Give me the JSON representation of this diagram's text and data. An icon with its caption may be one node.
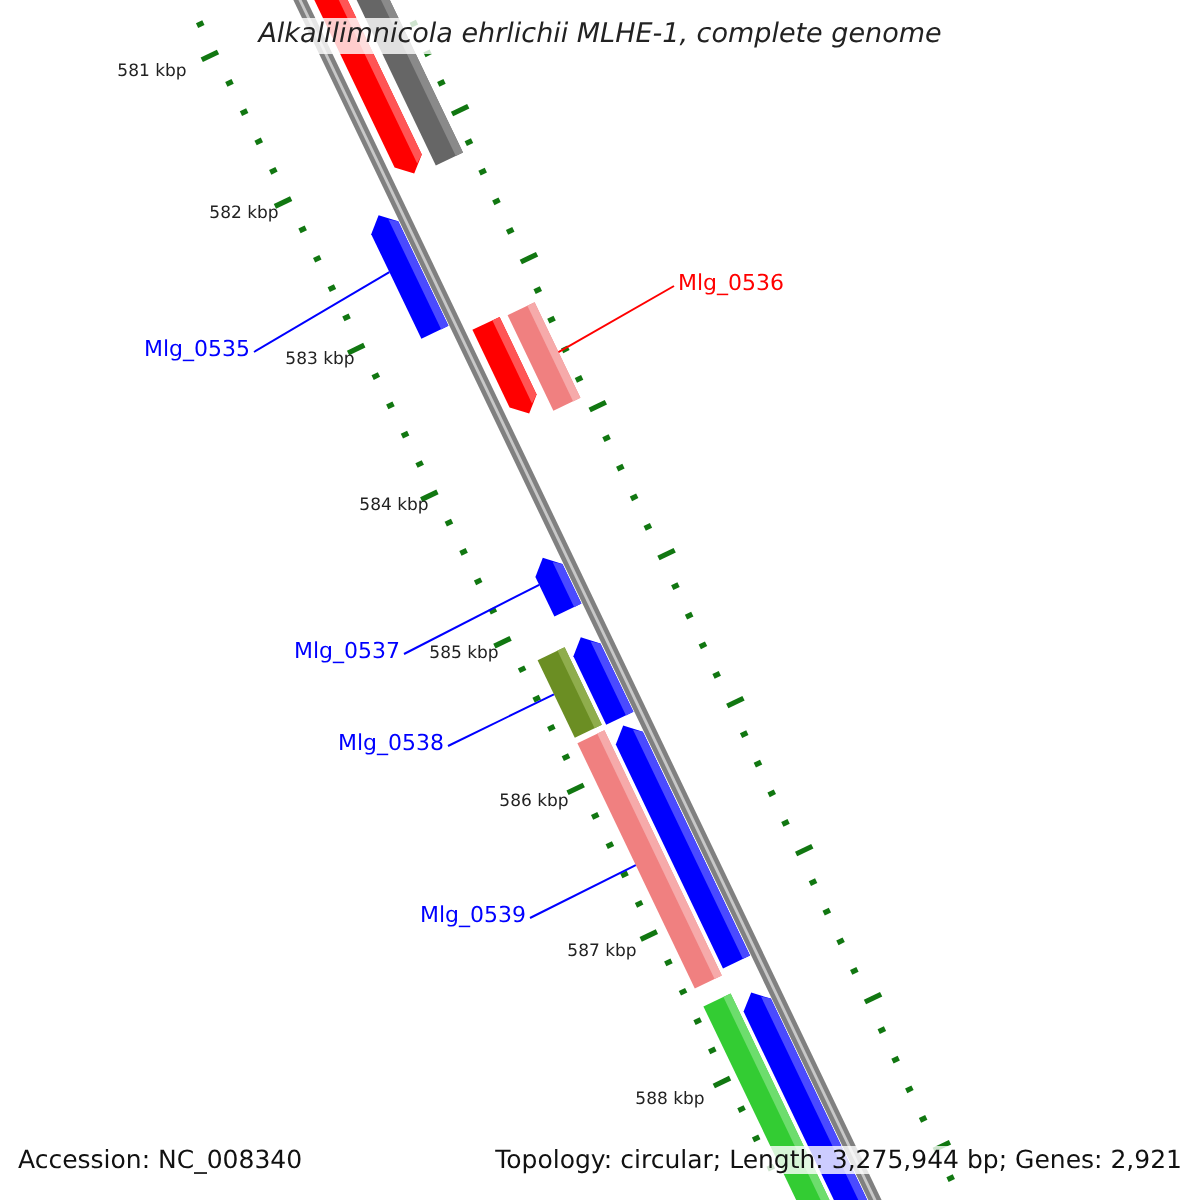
{
  "diagram": {
    "title": "Alkalilimnicola ehrlichii MLHE-1, complete genome",
    "nodes": [
      {
        "text": [
          "Mlg_0536"
        ]
      },
      {
        "text": [
          "Mlg_0535"
        ]
      },
      {
        "text": [
          "Mlg_0537"
        ]
      },
      {
        "text": [
          "Mlg_0538"
        ]
      },
      {
        "text": [
          "Mlg_0539"
        ]
      },
      {
        "text": [],
        "shape": "bar"
      },
      {
        "text": [],
        "shape": "arrow"
      },
      {
        "text": [],
        "shape": "arrow"
      },
      {
        "text": [],
        "shape": "bar"
      },
      {
        "text": [],
        "shape": "bar"
      }
    ],
    "edges": [
      {
        "from": 0,
        "to": 5,
        "arrow": "none",
        "color": "#ff0000"
      },
      {
        "from": 1,
        "to": 6,
        "arrow": "none"
      },
      {
        "from": 2,
        "to": 7,
        "arrow": "none"
      },
      {
        "from": 3,
        "to": 8,
        "arrow": "none"
      },
      {
        "from": 4,
        "to": 9,
        "arrow": "none"
      }
    ],
    "labels": [
      "581 kbp",
      "582 kbp",
      "583 kbp",
      "584 kbp",
      "585 kbp",
      "586 kbp",
      "587 kbp",
      "588 kbp",
      "Accession: NC_008340",
      "Topology: circular; Length: 3,275,944 bp; Genes: 2,921"
    ]
  }
}
